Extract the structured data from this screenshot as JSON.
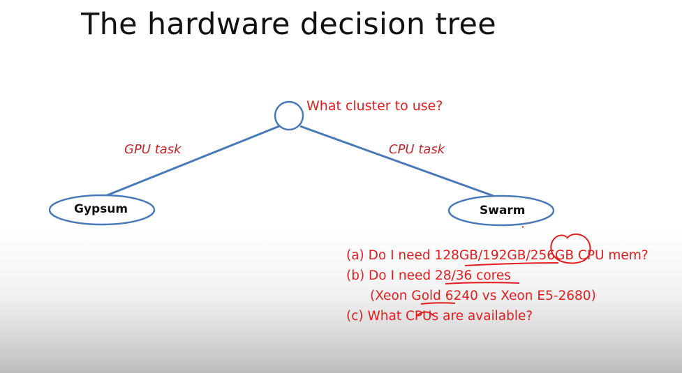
{
  "title": "The hardware decision tree",
  "root_question": "What cluster to use?",
  "edges": {
    "left": "GPU task",
    "right": "CPU task"
  },
  "nodes": {
    "left": "Gypsum",
    "right": "Swarm"
  },
  "notes": [
    "(a) Do I need 128GB/192GB/256GB CPU mem?",
    "(b) Do I need 28/36 cores",
    "(Xeon Gold 6240 vs Xeon E5-2680)",
    "(c) What CPUs are available?"
  ],
  "colors": {
    "node_stroke": "#4a79b7",
    "annotation": "#e01e1e"
  }
}
